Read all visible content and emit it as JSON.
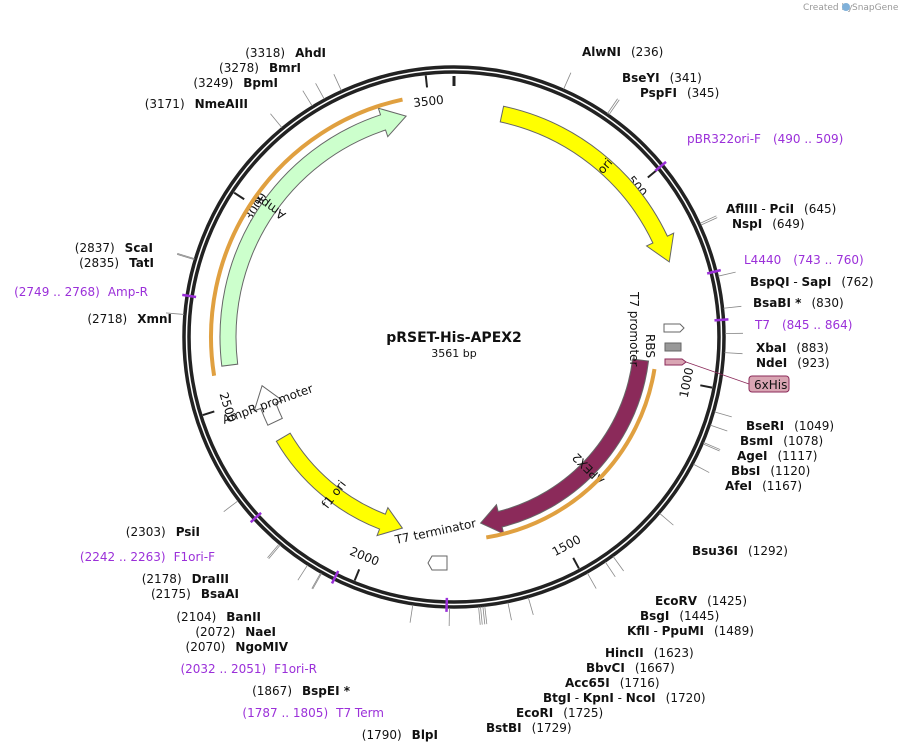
{
  "credit": "Created by",
  "brand": "SnapGene",
  "plasmid": {
    "name": "pRSET-His-APEX2",
    "length_label": "3561 bp",
    "length": 3561
  },
  "ticks": [
    {
      "pos": 500,
      "label": "500"
    },
    {
      "pos": 1000,
      "label": "1000"
    },
    {
      "pos": 1500,
      "label": "1500"
    },
    {
      "pos": 2000,
      "label": "2000"
    },
    {
      "pos": 2500,
      "label": "2500"
    },
    {
      "pos": 3000,
      "label": "3000"
    },
    {
      "pos": 3500,
      "label": "3500"
    }
  ],
  "features": [
    {
      "name": "ori",
      "start": 120,
      "end": 700,
      "color": "#ffff00",
      "direction": "cw"
    },
    {
      "name": "APEX2",
      "start": 960,
      "end": 1700,
      "color": "#8b2a5a",
      "direction": "cw"
    },
    {
      "name": "f1 ori",
      "start": 1930,
      "end": 2370,
      "color": "#ffff00",
      "direction": "ccw"
    },
    {
      "name": "AmpR",
      "start": 2600,
      "end": 3440,
      "color": "#ccffcc",
      "direction": "cw"
    },
    {
      "name": "AmpR promoter",
      "start": 2420,
      "end": 2530,
      "color": "#ffffff",
      "direction": "cw"
    }
  ],
  "small_features": [
    {
      "name": "T7 promoter",
      "color": "#ffffff"
    },
    {
      "name": "RBS",
      "color": "#999999"
    },
    {
      "name": "6xHis",
      "color": "#d9a5b3"
    },
    {
      "name": "T7 terminator",
      "color": "#ffffff"
    }
  ],
  "sites": [
    {
      "name": "AlwNI",
      "pos": "(236)"
    },
    {
      "name": "BseYI",
      "pos": "(341)"
    },
    {
      "name": "PspFI",
      "pos": "(345)"
    },
    {
      "name": "AflIII",
      "sep": " - ",
      "name2": "PciI",
      "pos": "(645)"
    },
    {
      "name": "NspI",
      "pos": "(649)"
    },
    {
      "name": "BspQI",
      "sep": " - ",
      "name2": "SapI",
      "pos": "(762)"
    },
    {
      "name": "BsaBI *",
      "pos": "(830)"
    },
    {
      "name": "XbaI",
      "pos": "(883)"
    },
    {
      "name": "NdeI",
      "pos": "(923)"
    },
    {
      "name": "BseRI",
      "pos": "(1049)"
    },
    {
      "name": "BsmI",
      "pos": "(1078)"
    },
    {
      "name": "AgeI",
      "pos": "(1117)"
    },
    {
      "name": "BbsI",
      "pos": "(1120)"
    },
    {
      "name": "AfeI",
      "pos": "(1167)"
    },
    {
      "name": "Bsu36I",
      "pos": "(1292)"
    },
    {
      "name": "EcoRV",
      "pos": "(1425)"
    },
    {
      "name": "BsgI",
      "pos": "(1445)"
    },
    {
      "name": "KflI",
      "sep": " - ",
      "name2": "PpuMI",
      "pos": "(1489)"
    },
    {
      "name": "HincII",
      "pos": "(1623)"
    },
    {
      "name": "BbvCI",
      "pos": "(1667)"
    },
    {
      "name": "Acc65I",
      "pos": "(1716)"
    },
    {
      "name": "BtgI",
      "sep": " - ",
      "name2": "KpnI",
      "sep2": " - ",
      "name3": "NcoI",
      "pos": "(1720)"
    },
    {
      "name": "EcoRI",
      "pos": "(1725)"
    },
    {
      "name": "BstBI",
      "pos": "(1729)"
    },
    {
      "name": "BlpI",
      "pos": "(1790)"
    },
    {
      "name": "BspEI *",
      "pos": "(1867)"
    },
    {
      "name": "NgoMIV",
      "pos": "(2070)"
    },
    {
      "name": "NaeI",
      "pos": "(2072)"
    },
    {
      "name": "BanII",
      "pos": "(2104)"
    },
    {
      "name": "BsaAI",
      "pos": "(2175)"
    },
    {
      "name": "DraIII",
      "pos": "(2178)"
    },
    {
      "name": "PsiI",
      "pos": "(2303)"
    },
    {
      "name": "XmnI",
      "pos": "(2718)"
    },
    {
      "name": "TatI",
      "pos": "(2835)"
    },
    {
      "name": "ScaI",
      "pos": "(2837)"
    },
    {
      "name": "NmeAIII",
      "pos": "(3171)"
    },
    {
      "name": "BpmI",
      "pos": "(3249)"
    },
    {
      "name": "BmrI",
      "pos": "(3278)"
    },
    {
      "name": "AhdI",
      "pos": "(3318)"
    }
  ],
  "primers": [
    {
      "name": "pBR322ori-F",
      "range": "(490 .. 509)"
    },
    {
      "name": "L4440",
      "range": "(743 .. 760)"
    },
    {
      "name": "T7",
      "range": "(845 .. 864)"
    },
    {
      "name": "F1ori-F",
      "range": "(2242 .. 2263)"
    },
    {
      "name": "F1ori-R",
      "range": "(2032 .. 2051)"
    },
    {
      "name": "T7 Term",
      "range": "(1787 .. 1805)"
    },
    {
      "name": "Amp-R",
      "range": "(2749 .. 2768)"
    }
  ],
  "colors": {
    "primer": "#9b30d9",
    "backbone": "#222222",
    "orf_outline": "#e0a040"
  }
}
